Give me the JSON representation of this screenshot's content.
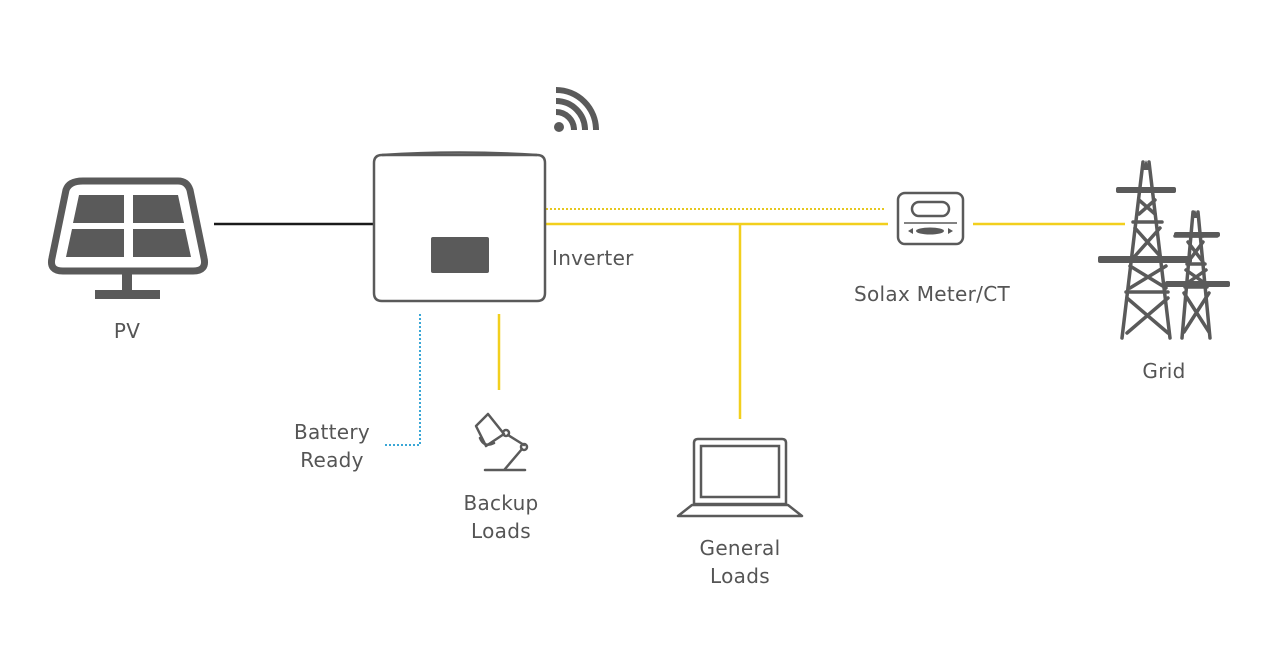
{
  "labels": {
    "pv": "PV",
    "inverter": "Inverter",
    "meter": "Solax Meter/CT",
    "grid": "Grid",
    "battery": [
      "Battery",
      "Ready"
    ],
    "backup": [
      "Backup",
      "Loads"
    ],
    "general": [
      "General",
      "Loads"
    ]
  },
  "colors": {
    "icon": "#5a5a5a",
    "ac_line": "#f2cf1d",
    "dc_line": "#1a1a1a",
    "battery_line": "#3aa7d6",
    "text": "#555555"
  }
}
